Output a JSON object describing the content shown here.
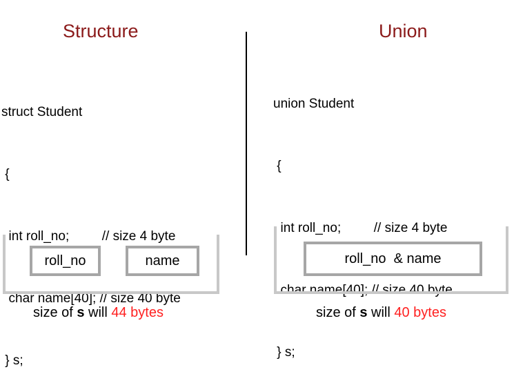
{
  "colors": {
    "title": "#8b1a1a",
    "highlight": "#ff2020",
    "container_border": "#c8c8c8",
    "cell_border": "#a6a6a6",
    "divider": "#000000"
  },
  "structure": {
    "title": "Structure",
    "code": [
      "struct Student",
      " {",
      "  int roll_no;         // size 4 byte",
      "  char name[40]; // size 40 byte",
      " } s;"
    ],
    "cells": [
      "roll_no",
      "name"
    ],
    "caption": {
      "prefix": "size of ",
      "var": "s",
      "middle": " will ",
      "size": "44 bytes"
    }
  },
  "union": {
    "title": "Union",
    "code": [
      "union Student",
      " {",
      "  int roll_no;         // size 4 byte",
      "  char name[40]; // size 40 byte",
      " } s;"
    ],
    "cells": [
      "roll_no  & name"
    ],
    "caption": {
      "prefix": "size of ",
      "var": "s",
      "middle": " will ",
      "size": "40 bytes"
    }
  }
}
